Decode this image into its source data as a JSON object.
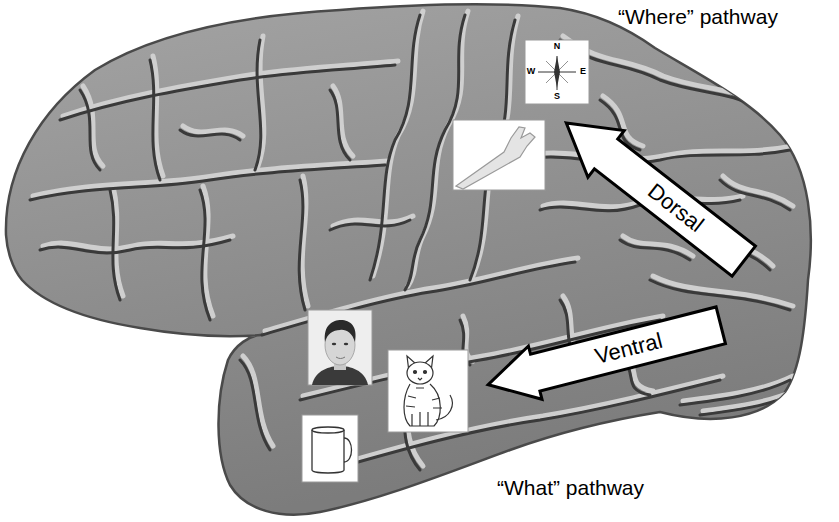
{
  "diagram": {
    "nodes": [
      {
        "text": [
          "Dorsal"
        ]
      },
      {
        "text": [
          "Ventral"
        ]
      }
    ],
    "labels": [
      "“Where” pathway",
      "“What” pathway",
      "N",
      "W",
      "E",
      "S"
    ]
  }
}
